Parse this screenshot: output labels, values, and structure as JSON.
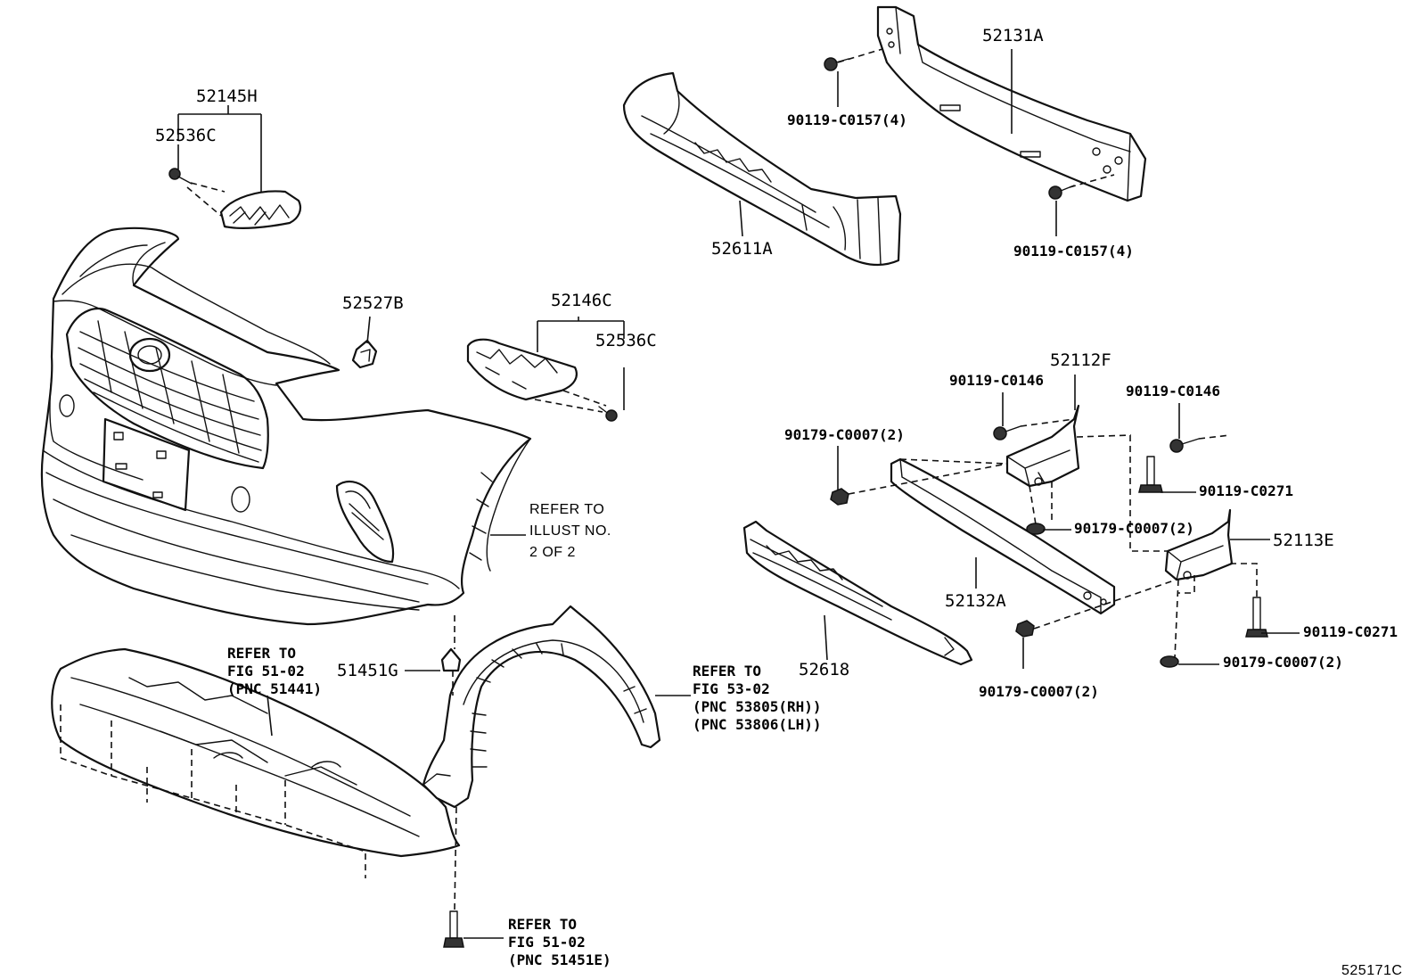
{
  "labels": {
    "p52145H": "52145H",
    "p52536C_top": "52536C",
    "p52527B": "52527B",
    "p52146C": "52146C",
    "p52536C_mid": "52536C",
    "p52131A": "52131A",
    "p90119_C0157_a": "90119-C0157(4)",
    "p90119_C0157_b": "90119-C0157(4)",
    "p52611A": "52611A",
    "p52112F": "52112F",
    "p90119_C0146_a": "90119-C0146",
    "p90119_C0146_b": "90119-C0146",
    "p90179_C0007_a": "90179-C0007(2)",
    "p90179_C0007_b": "90179-C0007(2)",
    "p90179_C0007_c": "90179-C0007(2)",
    "p90179_C0007_d": "90179-C0007(2)",
    "p90119_C0271_a": "90119-C0271",
    "p90119_C0271_b": "90119-C0271",
    "p52113E": "52113E",
    "p52132A": "52132A",
    "p52618": "52618",
    "p51451G": "51451G",
    "diagram_id": "525171C"
  },
  "notes": {
    "illust": [
      "REFER TO",
      "ILLUST NO.",
      "2 OF 2"
    ],
    "fig_51441": [
      "REFER TO",
      "FIG 51-02",
      "(PNC 51441)"
    ],
    "fig_53_02": [
      "REFER TO",
      "FIG 53-02",
      "(PNC 53805(RH))",
      "(PNC 53806(LH))"
    ],
    "fig_51451E": [
      "REFER TO",
      "FIG 51-02",
      "(PNC 51451E)"
    ]
  }
}
